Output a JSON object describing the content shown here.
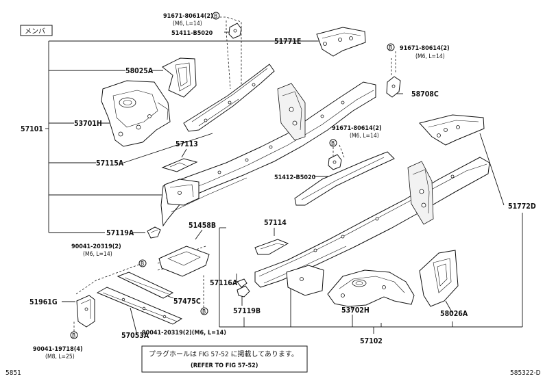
{
  "diagram": {
    "section_label": "メンバ",
    "figure_number": "5851",
    "drawing_code": "585322-D",
    "note": {
      "line1": "プラグホールは FIG 57-52 に掲載してあります。",
      "line2": "(REFER TO FIG 57-52)"
    },
    "circle_symbol": "B",
    "parts": {
      "p57101": "57101",
      "p57102": "57102",
      "p58025A": "58025A",
      "p53701H": "53701H",
      "p57115A": "57115A",
      "p57113": "57113",
      "p57119A": "57119A",
      "p51771E": "51771E",
      "p91671a": "91671-80614(2)",
      "p91671a_sub": "(M6, L=14)",
      "p51411": "51411-B5020",
      "p91671b": "91671-80614(2)",
      "p91671b_sub": "(M6, L=14)",
      "p58708C": "58708C",
      "p91671c": "91671-80614(2)",
      "p91671c_sub": "(M6, L=14)",
      "p51412": "51412-B5020",
      "p51772D": "51772D",
      "p51458B": "51458B",
      "p90041a": "90041-20319(2)",
      "p90041a_sub": "(M6, L=14)",
      "p57114": "57114",
      "p57116A": "57116A",
      "p57119B": "57119B",
      "p51961G": "51961G",
      "p57475C": "57475C",
      "p57053A": "57053A",
      "p90041b": "90041-20319(2)(M6, L=14)",
      "p90041c": "90041-19718(4)",
      "p90041c_sub": "(M8, L=25)",
      "p53702H": "53702H",
      "p58026A": "58026A"
    }
  }
}
